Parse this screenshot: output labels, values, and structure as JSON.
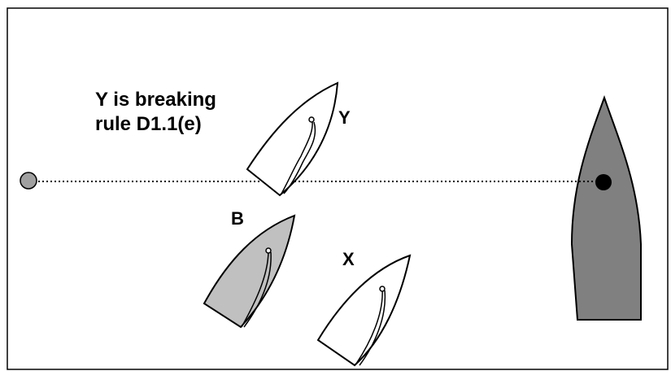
{
  "caption": {
    "line1": "Y is breaking",
    "line2": "rule D1.1(e)"
  },
  "boats": {
    "y": {
      "label": "Y",
      "fill": "#ffffff"
    },
    "b": {
      "label": "B",
      "fill": "#c0c0c0"
    },
    "x": {
      "label": "X",
      "fill": "#ffffff"
    }
  },
  "committee_boat": {
    "fill": "#808080"
  },
  "colors": {
    "line": "#000000",
    "pin_buoy": "#a0a0a0"
  }
}
